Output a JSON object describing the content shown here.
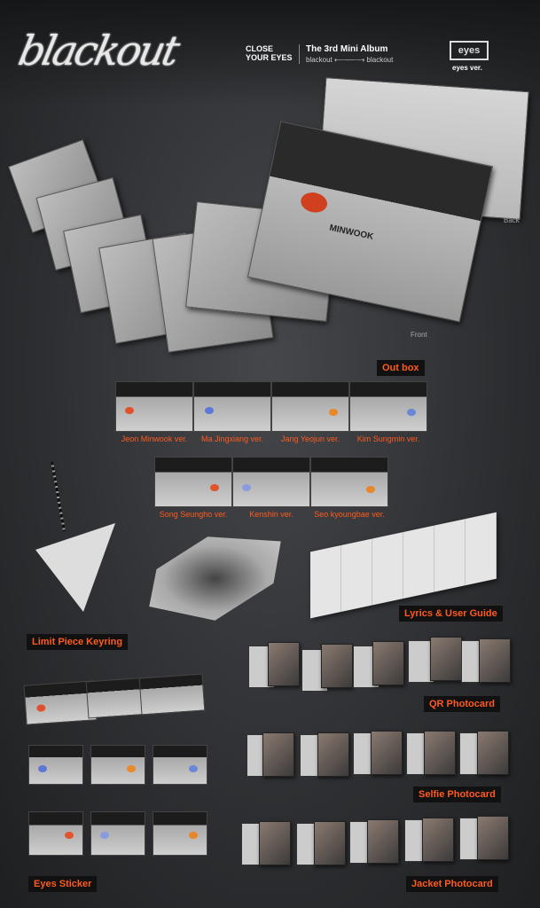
{
  "header": {
    "logo_text": "blackout",
    "band_line1": "CLOSE",
    "band_line2": "YOUR EYES",
    "album_title": "The 3rd Mini Album",
    "album_subtitle": "blackout ⟵──⟶ blackout",
    "version_logo": "eyes",
    "version": "eyes ver."
  },
  "outbox": {
    "label": "Out box",
    "front_label": "Front",
    "back_label": "Back",
    "box_name": "MINWOOK",
    "versions": [
      {
        "name": "Jeon Minwook ver.",
        "eye_color": "#e0512b"
      },
      {
        "name": "Ma Jingxiang ver.",
        "eye_color": "#5c78d6"
      },
      {
        "name": "Jang Yeojun ver.",
        "eye_color": "#e88a2a"
      },
      {
        "name": "Kim Sungmin ver.",
        "eye_color": "#6a86d8"
      },
      {
        "name": "Song Seungho ver.",
        "eye_color": "#e0552b"
      },
      {
        "name": "Kenshin ver.",
        "eye_color": "#8c9ae0"
      },
      {
        "name": "Seo kyoungbae ver.",
        "eye_color": "#e8862a"
      }
    ]
  },
  "components": {
    "keyring": "Limit Piece Keyring",
    "lyrics": "Lyrics & User Guide",
    "qr": "QR Photocard",
    "selfie": "Selfie Photocard",
    "jacket": "Jacket Photocard",
    "sticker": "Eyes Sticker"
  },
  "colors": {
    "accent": "#ff5a1f",
    "label_bg": "#111111"
  }
}
